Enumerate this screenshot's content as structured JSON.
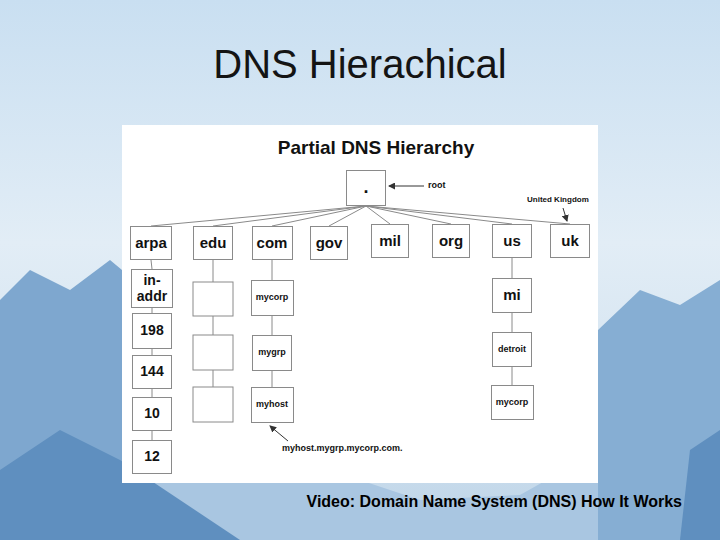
{
  "diagram": {
    "title": "DNS Hierachical",
    "caption": "Video: Domain Name System (DNS) How It Works",
    "nodes": [
      {
        "text": [
          "."
        ]
      },
      {
        "text": [
          "arpa"
        ]
      },
      {
        "text": [
          "edu"
        ]
      },
      {
        "text": [
          "com"
        ]
      },
      {
        "text": [
          "gov"
        ]
      },
      {
        "text": [
          "mil"
        ]
      },
      {
        "text": [
          "org"
        ]
      },
      {
        "text": [
          "us"
        ]
      },
      {
        "text": [
          "uk"
        ]
      },
      {
        "text": [
          "in-addr"
        ]
      },
      {
        "text": [
          "mycorp"
        ]
      },
      {
        "text": [
          "mi"
        ]
      },
      {
        "text": [
          "198"
        ]
      },
      {
        "text": [
          "mygrp"
        ]
      },
      {
        "text": [
          "detroit"
        ]
      },
      {
        "text": [
          "144"
        ]
      },
      {
        "text": [
          "myhost"
        ]
      },
      {
        "text": [
          "mycorp"
        ]
      },
      {
        "text": [
          "10"
        ]
      },
      {
        "text": [
          "12"
        ]
      }
    ],
    "edges": [
      {
        "from": 0,
        "to": 1,
        "arrow": "none"
      },
      {
        "from": 0,
        "to": 2,
        "arrow": "none"
      },
      {
        "from": 0,
        "to": 3,
        "arrow": "none"
      },
      {
        "from": 0,
        "to": 4,
        "arrow": "none"
      },
      {
        "from": 0,
        "to": 5,
        "arrow": "none"
      },
      {
        "from": 0,
        "to": 6,
        "arrow": "none"
      },
      {
        "from": 0,
        "to": 7,
        "arrow": "none"
      },
      {
        "from": 0,
        "to": 8,
        "arrow": "none"
      },
      {
        "from": 1,
        "to": 9,
        "arrow": "none"
      },
      {
        "from": 9,
        "to": 12,
        "arrow": "none"
      },
      {
        "from": 12,
        "to": 15,
        "arrow": "none"
      },
      {
        "from": 15,
        "to": 18,
        "arrow": "none"
      },
      {
        "from": 18,
        "to": 19,
        "arrow": "none"
      },
      {
        "from": 3,
        "to": 10,
        "arrow": "none"
      },
      {
        "from": 10,
        "to": 13,
        "arrow": "none"
      },
      {
        "from": 13,
        "to": 16,
        "arrow": "none"
      },
      {
        "from": 7,
        "to": 11,
        "arrow": "none"
      },
      {
        "from": 11,
        "to": 14,
        "arrow": "none"
      },
      {
        "from": 14,
        "to": 17,
        "arrow": "none"
      }
    ],
    "labels": [
      "Partial DNS Hierarchy",
      "root",
      "United Kingdom",
      "myhost.mygrp.mycorp.com."
    ]
  }
}
